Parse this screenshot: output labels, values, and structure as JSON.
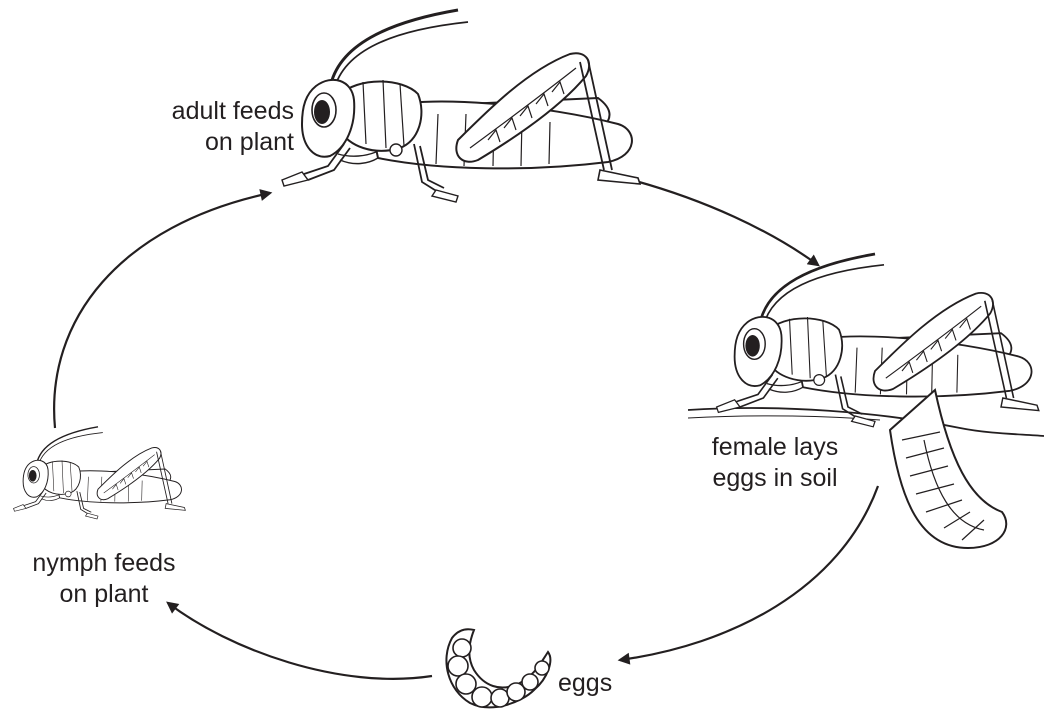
{
  "diagram": {
    "stages": [
      {
        "id": "adult",
        "line1": "adult feeds",
        "line2": "on plant",
        "icon": "adult-grasshopper-icon"
      },
      {
        "id": "female",
        "line1": "female lays",
        "line2": "eggs in soil",
        "icon": "egg-laying-female-grasshopper-icon"
      },
      {
        "id": "eggs",
        "line1": "eggs",
        "line2": "",
        "icon": "egg-pod-icon"
      },
      {
        "id": "nymph",
        "line1": "nymph feeds",
        "line2": "on plant",
        "icon": "nymph-grasshopper-icon"
      }
    ],
    "colors": {
      "ink": "#231f20",
      "fill": "#ffffff"
    }
  }
}
